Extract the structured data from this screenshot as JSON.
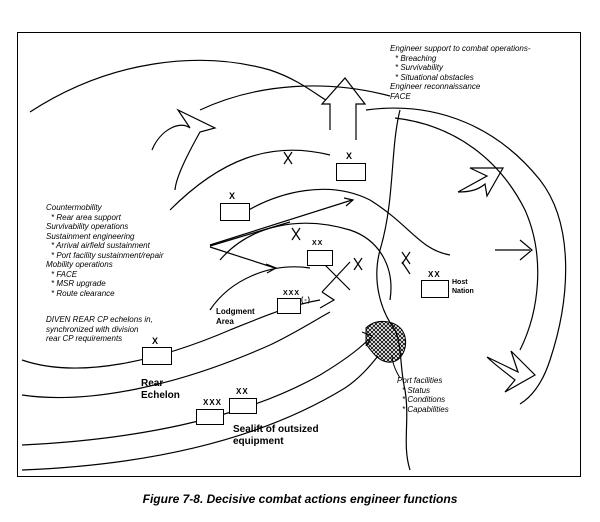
{
  "figure_caption": "Figure 7-8.  Decisive combat actions engineer functions",
  "engineer_support": {
    "lines": [
      "Engineer support to combat operations-",
      "* Breaching",
      "* Survivability",
      "* Situational obstacles",
      "Engineer reconnaissance",
      "FACE"
    ]
  },
  "functions_list": {
    "lines": [
      "Countermobility",
      "* Rear area support",
      "Survivability operations",
      "Sustainment engineering",
      "* Arrival airfield sustainment",
      "* Port facility sustainment/repair",
      "Mobility operations",
      "* FACE",
      "* MSR upgrade",
      "* Route clearance"
    ]
  },
  "rear_cp": {
    "lines": [
      "DIVEN REAR CP echelons in,",
      "synchronized with division",
      "rear CP requirements"
    ]
  },
  "port_facilities": {
    "lines": [
      "Port facilities",
      "* Status",
      "* Conditions",
      "* Capabilities"
    ]
  },
  "labels": {
    "lodgment": "Lodgment\nArea",
    "rear_echelon": "Rear\nEchelon",
    "sealift": "Sealift of outsized\nequipment",
    "host_nation": "Host\nNation"
  },
  "echelons": {
    "top": "X",
    "upper_left": "X",
    "center_xx": "XX",
    "center_xxx": "XXX",
    "center_minus": "(-)",
    "rear": "X",
    "sealift_xxx": "XXX",
    "sealift_xx": "XX",
    "host": "XX"
  },
  "colors": {
    "ink": "#000000",
    "background": "#ffffff"
  }
}
